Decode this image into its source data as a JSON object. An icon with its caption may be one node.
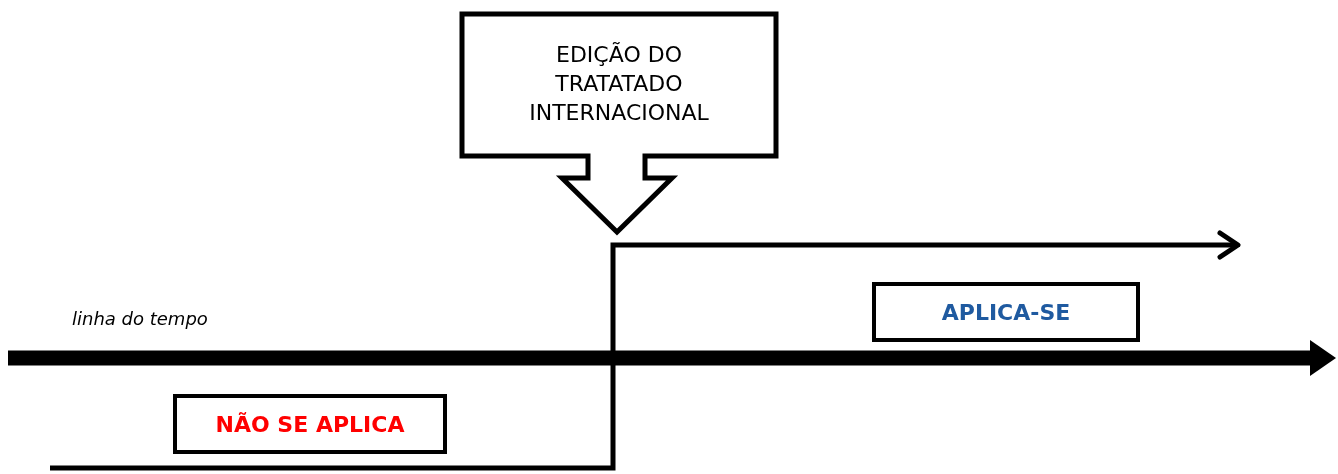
{
  "diagram": {
    "nodes": [
      {
        "text": [
          "EDIÇÃO DO TRATATADO INTERNACIONAL"
        ]
      },
      {
        "text": [
          "APLICA-SE"
        ]
      },
      {
        "text": [
          "NÃO SE APLICA"
        ]
      }
    ],
    "edges": [],
    "labels": [
      "linha do tempo"
    ]
  }
}
